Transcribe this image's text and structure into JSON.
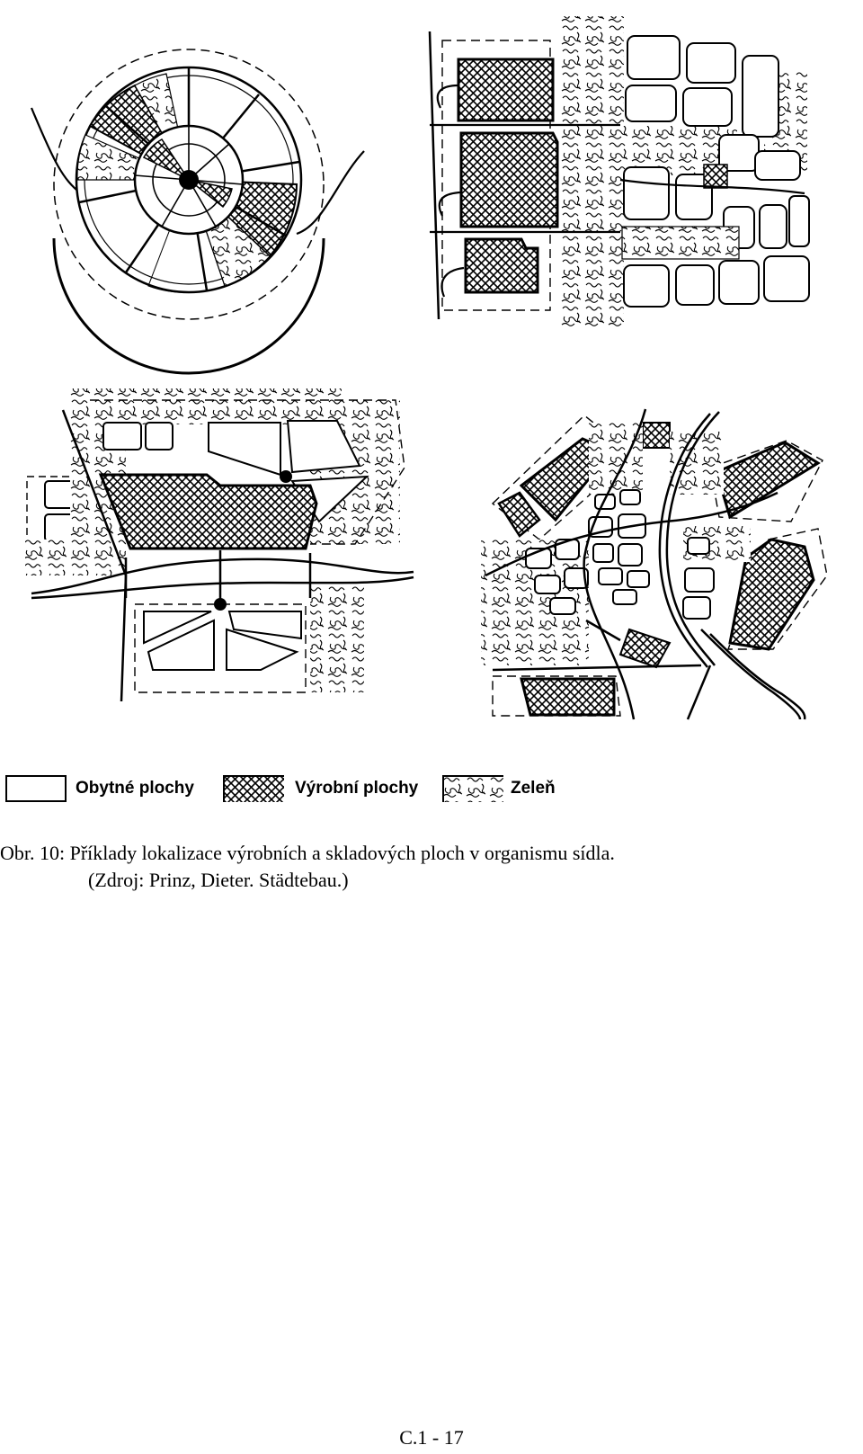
{
  "legend": {
    "residential": "Obytné plochy",
    "industrial": "Výrobní plochy",
    "green": "Zeleň"
  },
  "caption": {
    "label": "Obr. 10:",
    "text": "Příklady lokalizace výrobních a skladových ploch v organismu sídla.",
    "source": "(Zdroj: Prinz, Dieter. Städtebau.)"
  },
  "page_number": "C.1 - 17",
  "colors": {
    "ink": "#000000",
    "paper": "#ffffff"
  }
}
